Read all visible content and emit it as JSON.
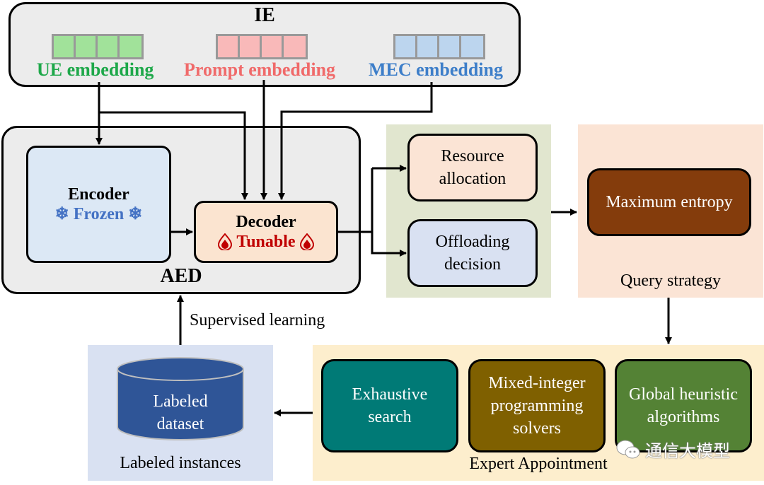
{
  "colors": {
    "ue": "#1ea84a",
    "prompt": "#f06a6a",
    "mec": "#3d7ec9",
    "ue_cell": "#a1e29a",
    "prompt_cell": "#f9b9b9",
    "mec_cell": "#bcd5ee",
    "frozen": "#4472c4",
    "tunable": "#c00000"
  },
  "ie": {
    "title": "IE",
    "embeddings": [
      {
        "label": "UE embedding",
        "cells": 4
      },
      {
        "label": "Prompt embedding",
        "cells": 4
      },
      {
        "label": "MEC embedding",
        "cells": 4
      }
    ]
  },
  "aed": {
    "label": "AED",
    "encoder": {
      "title": "Encoder",
      "status": "Frozen",
      "icon": "snowflake-icon"
    },
    "decoder": {
      "title": "Decoder",
      "status": "Tunable",
      "icon": "flame-icon"
    }
  },
  "outputs": {
    "resource": "Resource allocation",
    "resource_l1": "Resource",
    "resource_l2": "allocation",
    "offload_l1": "Offloading",
    "offload_l2": "decision"
  },
  "query": {
    "method": "Maximum entropy",
    "label": "Query strategy"
  },
  "expert": {
    "label": "Expert Appointment",
    "methods": [
      {
        "lines": [
          "Exhaustive",
          "search"
        ]
      },
      {
        "lines": [
          "Mixed-integer",
          "programming",
          "solvers"
        ]
      },
      {
        "lines": [
          "Global heuristic",
          "algorithms"
        ]
      }
    ]
  },
  "labeled": {
    "db_l1": "Labeled",
    "db_l2": "dataset",
    "label": "Labeled instances",
    "edge_label": "Supervised learning"
  },
  "watermark": {
    "text": "通信大模型",
    "icon": "wechat-icon"
  }
}
